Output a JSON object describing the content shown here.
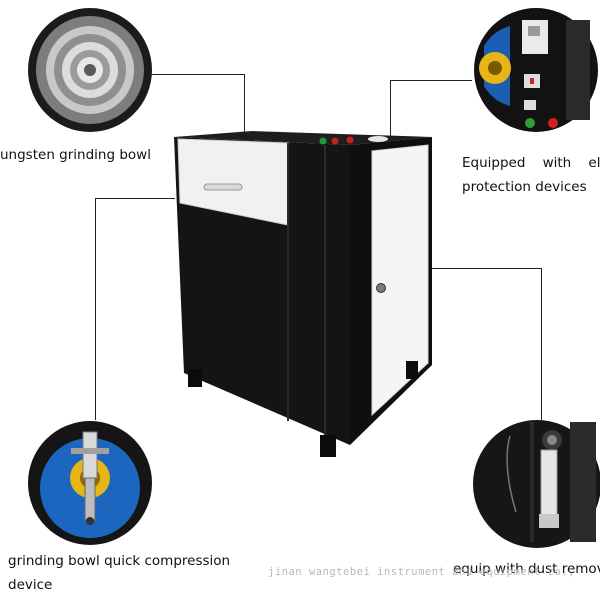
{
  "labels": {
    "grinding_bowl": "ungsten grinding bowl",
    "protection_line1": "Equipped    with    ele",
    "protection_line2": "protection devices",
    "compression_line1": "grinding bowl quick compression",
    "compression_line2": "device",
    "dust_removal": "equip with dust remove"
  },
  "watermark": "jinan wangtebei instrument and equipment co.,",
  "colors": {
    "cabinet": "#141414",
    "panel": "#f3f3f3",
    "accent_blue": "#1a5fb4",
    "accent_yellow": "#e8b516",
    "accent_red": "#d02020",
    "accent_green": "#2e9d3e",
    "callout_line": "#222222"
  },
  "icons": [
    "grinding-bowl-detail",
    "electric-panel-detail",
    "compression-device-detail",
    "dust-removal-detail",
    "handle-icon",
    "lock-icon"
  ]
}
